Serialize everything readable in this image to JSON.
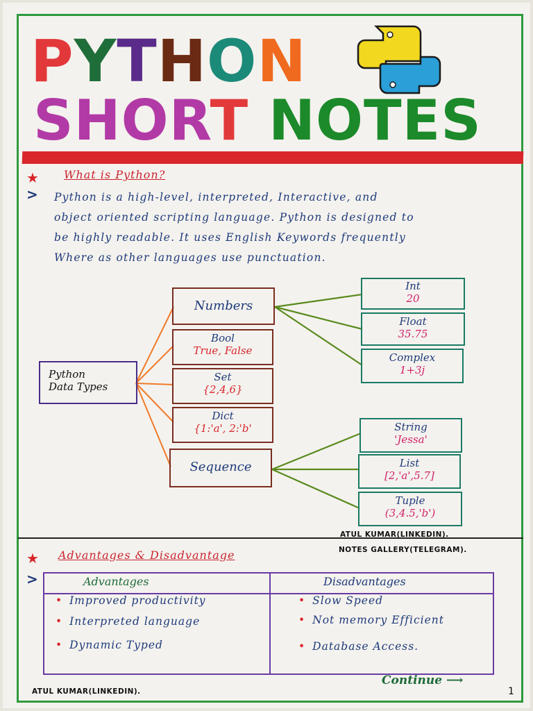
{
  "title": {
    "line1": [
      {
        "ch": "P",
        "color": "#e2383a"
      },
      {
        "ch": "Y",
        "color": "#1f6e3a"
      },
      {
        "ch": "T",
        "color": "#5a2b8a"
      },
      {
        "ch": "H",
        "color": "#6b2a14"
      },
      {
        "ch": "O",
        "color": "#1c8a78"
      },
      {
        "ch": "N",
        "color": "#ef6a1e"
      }
    ],
    "line2": [
      {
        "ch": "S",
        "color": "#b23aa6"
      },
      {
        "ch": "H",
        "color": "#b23aa6"
      },
      {
        "ch": "O",
        "color": "#b23aa6"
      },
      {
        "ch": "R",
        "color": "#b23aa6"
      },
      {
        "ch": "T",
        "color": "#e23a3a"
      },
      {
        "ch": " ",
        "color": "#000"
      },
      {
        "ch": "N",
        "color": "#1c8a2a"
      },
      {
        "ch": "O",
        "color": "#1c8a2a"
      },
      {
        "ch": "T",
        "color": "#1c8a2a"
      },
      {
        "ch": "E",
        "color": "#1c8a2a"
      },
      {
        "ch": "S",
        "color": "#1c8a2a"
      }
    ]
  },
  "logo_icon": "python-logo",
  "section1": {
    "heading": "What is Python?",
    "paragraph_lines": [
      "Python is a high-level, interpreted, Interactive, and",
      "object oriented scripting language. Python is designed to",
      "be highly readable. It uses English Keywords frequently",
      "Where as other languages use punctuation."
    ]
  },
  "diagram": {
    "root": "Python Data Types",
    "root_lines": [
      "Python",
      "Data Types"
    ],
    "types": [
      {
        "label": "Numbers",
        "value": ""
      },
      {
        "label": "Bool",
        "value": "True, False"
      },
      {
        "label": "Set",
        "value": "{2,4,6}"
      },
      {
        "label": "Dict",
        "value": "{1:'a', 2:'b'"
      },
      {
        "label": "Sequence",
        "value": ""
      }
    ],
    "numbers_children": [
      {
        "label": "Int",
        "value": "20"
      },
      {
        "label": "Float",
        "value": "35.75"
      },
      {
        "label": "Complex",
        "value": "1+3j"
      }
    ],
    "sequence_children": [
      {
        "label": "String",
        "value": "'Jessa'"
      },
      {
        "label": "List",
        "value": "[2,'a',5.7]"
      },
      {
        "label": "Tuple",
        "value": "(3,4.5,'b')"
      }
    ]
  },
  "credits": {
    "line1": "ATUL KUMAR(LINKEDIN).",
    "line2": "NOTES GALLERY(TELEGRAM)."
  },
  "section2": {
    "heading": "Advantages & Disadvantage",
    "advantages_header": "Advantages",
    "disadvantages_header": "Disadvantages",
    "advantages": [
      "Improved productivity",
      "Interpreted language",
      "Dynamic Typed"
    ],
    "disadvantages": [
      "Slow Speed",
      "Not memory Efficient",
      "Database Access."
    ]
  },
  "footer": {
    "author": "ATUL KUMAR(LINKEDIN).",
    "continue": "Continue",
    "page": "1"
  },
  "colors": {
    "border": "#2e9a3e",
    "bar": "#d8262b",
    "ink_blue": "#1d3a7a",
    "ink_pink": "#d01f6a"
  }
}
